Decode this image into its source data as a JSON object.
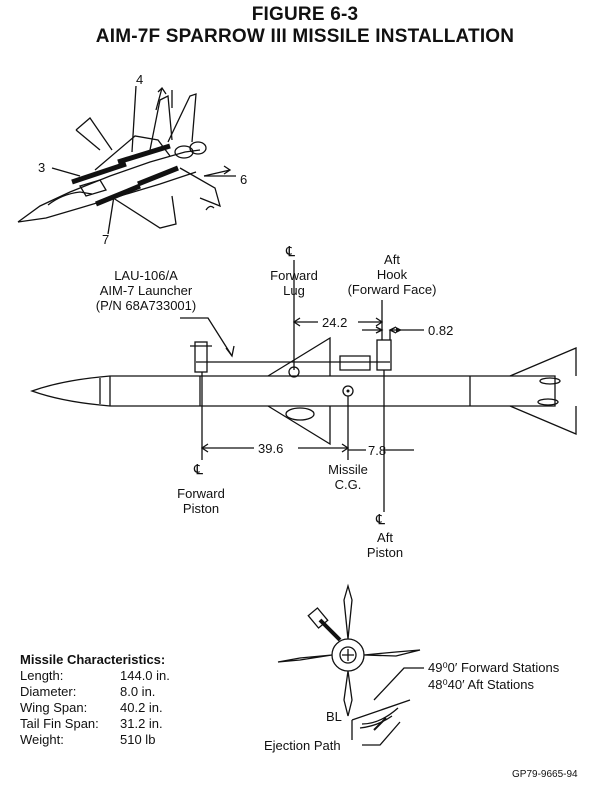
{
  "figure": {
    "number": "FIGURE 6-3",
    "title": "AIM-7F SPARROW III MISSILE INSTALLATION"
  },
  "station_callouts": [
    "3",
    "4",
    "6",
    "7"
  ],
  "labels": {
    "launcher": [
      "LAU-106/A",
      "AIM-7 Launcher",
      "(P/N 68A733001)"
    ],
    "forward_lug": [
      "Forward",
      "Lug"
    ],
    "aft_hook": [
      "Aft",
      "Hook",
      "(Forward Face)"
    ],
    "forward_piston": [
      "Forward",
      "Piston"
    ],
    "aft_piston": [
      "Aft",
      "Piston"
    ],
    "missile_cg": [
      "Missile",
      "C.G."
    ],
    "centerline_symbol": "℄"
  },
  "dimensions": {
    "lug_to_hook": "24.2",
    "hook_offset": "0.82",
    "piston_to_cg": "39.6",
    "cg_to_aft_piston": "7.8"
  },
  "end_view": {
    "stations_forward": "49⁰0′ Forward Stations",
    "stations_aft": "48⁰40′ Aft Stations",
    "bl": "BL",
    "ejection_path": "Ejection Path"
  },
  "characteristics": {
    "heading": "Missile Characteristics:",
    "rows": [
      {
        "label": "Length:",
        "value": "144.0 in."
      },
      {
        "label": "Diameter:",
        "value": "8.0 in."
      },
      {
        "label": "Wing Span:",
        "value": "40.2 in."
      },
      {
        "label": "Tail Fin Span:",
        "value": "31.2 in."
      },
      {
        "label": "Weight:",
        "value": "510 lb"
      }
    ]
  },
  "footer_code": "GP79-9665-94"
}
